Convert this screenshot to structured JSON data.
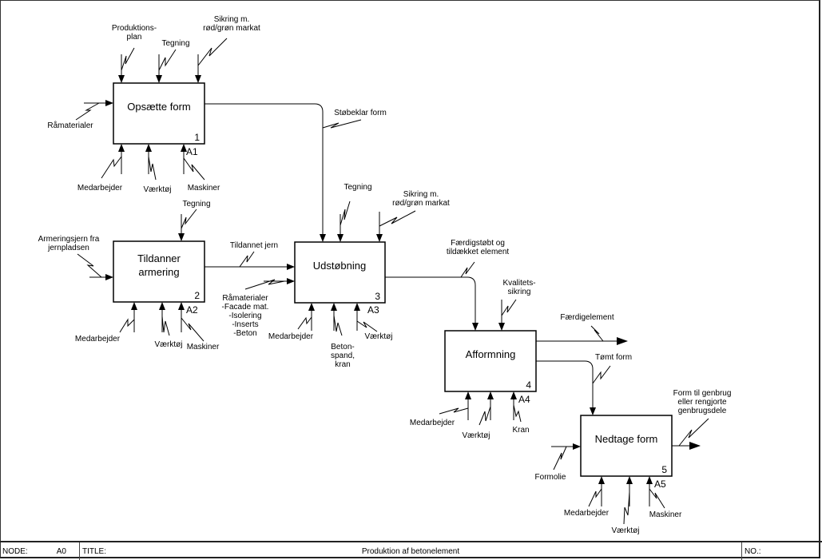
{
  "diagram": {
    "boxes": [
      {
        "id": "box1",
        "title_lines": [
          "Opsætte form"
        ],
        "number": "1",
        "node_ref": "A1"
      },
      {
        "id": "box2",
        "title_lines": [
          "Tildanner",
          "armering"
        ],
        "number": "2",
        "node_ref": "A2"
      },
      {
        "id": "box3",
        "title_lines": [
          "Udstøbning"
        ],
        "number": "3",
        "node_ref": "A3"
      },
      {
        "id": "box4",
        "title_lines": [
          "Afformning"
        ],
        "number": "4",
        "node_ref": "A4"
      },
      {
        "id": "box5",
        "title_lines": [
          "Nedtage form"
        ],
        "number": "5",
        "node_ref": "A5"
      }
    ],
    "labels": {
      "b1_control1": [
        "Produktions-",
        "plan"
      ],
      "b1_control2": [
        "Tegning"
      ],
      "b1_control3": [
        "Sikring m.",
        "rød/grøn markat"
      ],
      "b1_input": [
        "Råmaterialer"
      ],
      "b1_mech1": [
        "Medarbejder"
      ],
      "b1_mech2": [
        "Værktøj"
      ],
      "b1_mech3": [
        "Maskiner"
      ],
      "b1_output": [
        "Støbeklar form"
      ],
      "b2_control": [
        "Tegning"
      ],
      "b2_input": [
        "Armeringsjern fra",
        "jernpladsen"
      ],
      "b2_output": [
        "Tildannet jern"
      ],
      "b2_mech1": [
        "Medarbejder"
      ],
      "b2_mech2": [
        "Værktøj"
      ],
      "b2_mech3": [
        "Maskiner"
      ],
      "b3_control1": [
        "Tegning"
      ],
      "b3_control2": [
        "Sikring m.",
        "rød/grøn markat"
      ],
      "b3_input2": [
        "Råmaterialer",
        "-Facade mat.",
        "-Isolering",
        "-Inserts",
        "-Beton"
      ],
      "b3_mech1": [
        "Medarbejder"
      ],
      "b3_mech2": [
        "Beton-",
        "spand,",
        "kran"
      ],
      "b3_mech3": [
        "Værktøj"
      ],
      "b3_output": [
        "Færdigstøbt og",
        "tildækket element"
      ],
      "b4_control": [
        "Kvalitets-",
        "sikring"
      ],
      "b4_output1": [
        "Færdigelement"
      ],
      "b4_output2": [
        "Tømt form"
      ],
      "b4_mech1": [
        "Medarbejder"
      ],
      "b4_mech2": [
        "Værktøj"
      ],
      "b4_mech3": [
        "Kran"
      ],
      "b5_input": [
        "Formolie"
      ],
      "b5_output": [
        "Form til genbrug",
        "eller rengjorte",
        "genbrugsdele"
      ],
      "b5_mech1": [
        "Medarbejder"
      ],
      "b5_mech2": [
        "Værktøj"
      ],
      "b5_mech3": [
        "Maskiner"
      ]
    }
  },
  "footer": {
    "node_label": "NODE:",
    "node_value": "A0",
    "title_label": "TITLE:",
    "title_value": "Produktion af betonelement",
    "no_label": "NO.:"
  }
}
